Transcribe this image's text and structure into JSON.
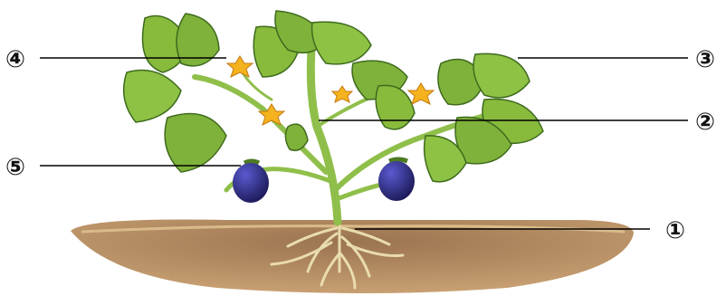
{
  "diagram": {
    "subject": "eggplant-plant",
    "labels": [
      {
        "id": "1",
        "text": "①",
        "points_to": "root"
      },
      {
        "id": "2",
        "text": "②",
        "points_to": "stem"
      },
      {
        "id": "3",
        "text": "③",
        "points_to": "leaf"
      },
      {
        "id": "4",
        "text": "④",
        "points_to": "flower"
      },
      {
        "id": "5",
        "text": "⑤",
        "points_to": "fruit"
      }
    ],
    "colors": {
      "soil": "#b58a5c",
      "soil_dark": "#8d6a45",
      "leaf": "#7fb23a",
      "leaf_dark": "#3f6b1e",
      "stem": "#8fbf4a",
      "flower": "#f4b21e",
      "fruit": "#2c2a78",
      "root": "#e8d9a6"
    }
  }
}
